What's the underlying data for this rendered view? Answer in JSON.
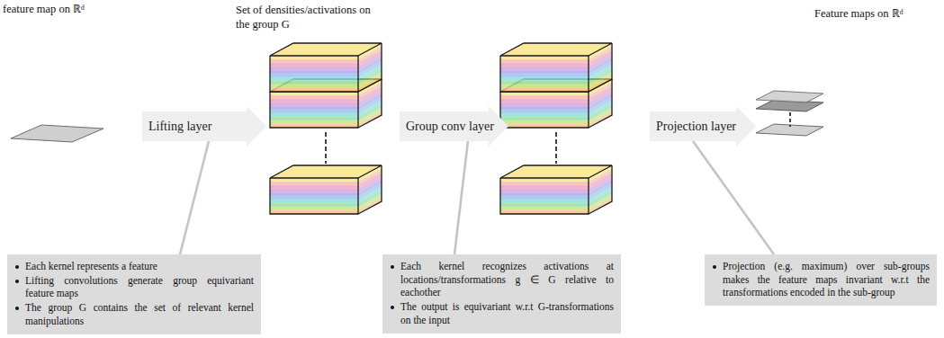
{
  "diagram": {
    "nodes": [
      {
        "text": [
          "Lifting layer"
        ]
      },
      {
        "text": [
          "Group conv layer"
        ]
      },
      {
        "text": [
          "Projection layer"
        ]
      },
      {
        "text": [
          "Each kernel represents a feature",
          "Lifting convolutions generate group equivariant feature maps",
          "The group G contains the set of relevant kernel manipulations"
        ]
      },
      {
        "text": [
          "Each kernel recognizes activations at locations/transformations g ∈ G relative to eachother",
          "The output is equivariant w.r.t G-transformations on the input"
        ]
      },
      {
        "text": [
          "Projection (e.g. maximum) over sub-groups makes the feature maps invariant w.r.t the transformations encoded in the sub-group"
        ]
      }
    ],
    "edges": [
      {
        "from": 0,
        "to": 3,
        "arrow": "none"
      },
      {
        "from": 1,
        "to": 4,
        "arrow": "none"
      },
      {
        "from": 2,
        "to": 5,
        "arrow": "none"
      }
    ],
    "labels": [
      "feature map on ℝᵈ",
      "Set of densities/activations on the group G",
      "Feature maps on ℝᵈ"
    ]
  }
}
